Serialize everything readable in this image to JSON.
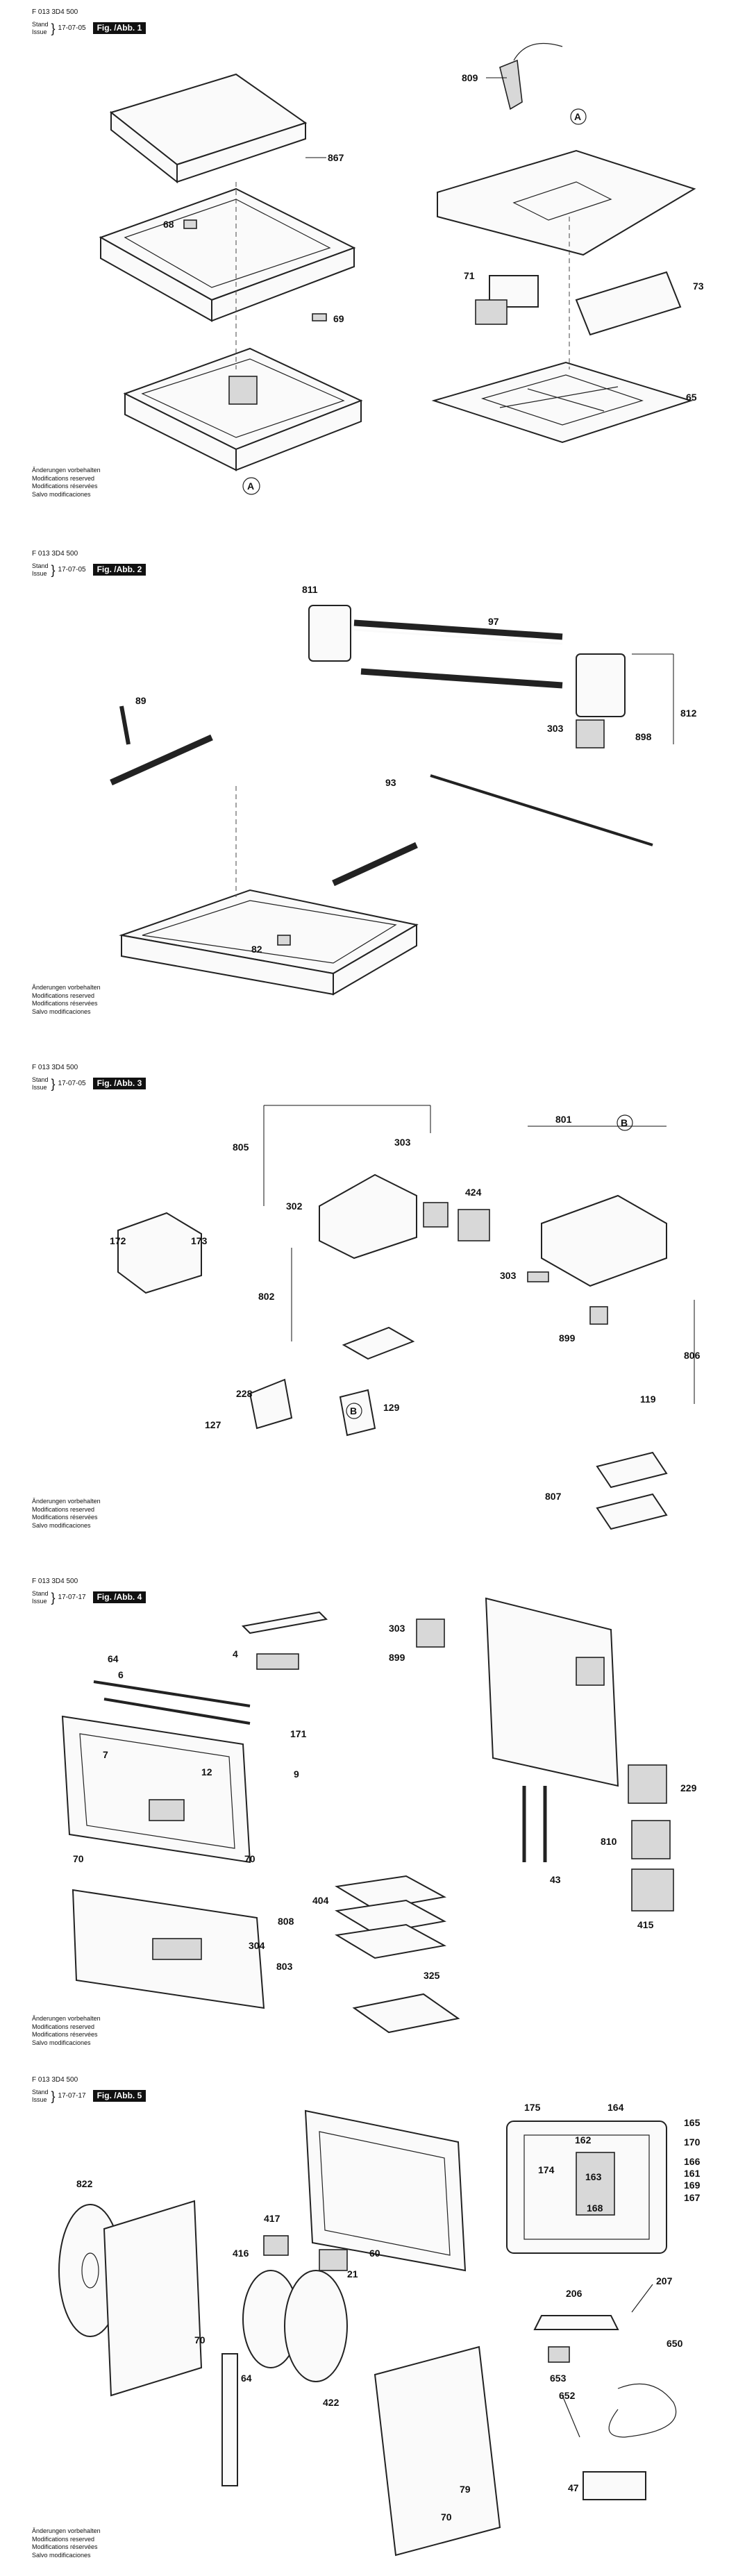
{
  "header": {
    "part_number": "F 013 3D4 500",
    "stand": "Stand",
    "issue": "Issue"
  },
  "notes": [
    "Änderungen vorbehalten",
    "Modifications reserved",
    "Modifications réservées",
    "Salvo modificaciones"
  ],
  "sections": [
    {
      "date": "17-07-05",
      "figure": "Fig. /Abb. 1",
      "labels": [
        "867",
        "68",
        "69",
        "809",
        "A",
        "71",
        "73",
        "65",
        "A"
      ]
    },
    {
      "date": "17-07-05",
      "figure": "Fig. /Abb. 2",
      "labels": [
        "811",
        "97",
        "89",
        "812",
        "303",
        "898",
        "93",
        "82"
      ]
    },
    {
      "date": "17-07-05",
      "figure": "Fig. /Abb. 3",
      "labels": [
        "805",
        "303",
        "302",
        "172",
        "173",
        "802",
        "228",
        "129",
        "127",
        "801",
        "B",
        "424",
        "303",
        "899",
        "806",
        "119",
        "807",
        "B"
      ]
    },
    {
      "date": "17-07-17",
      "figure": "Fig. /Abb. 4",
      "labels": [
        "4",
        "64",
        "6",
        "171",
        "7",
        "12",
        "9",
        "70",
        "70",
        "304",
        "803",
        "303",
        "899",
        "229",
        "404",
        "808",
        "325",
        "810",
        "43",
        "415"
      ]
    },
    {
      "date": "17-07-17",
      "figure": "Fig. /Abb. 5",
      "labels": [
        "822",
        "417",
        "416",
        "60",
        "21",
        "70",
        "64",
        "422",
        "79",
        "70",
        "175",
        "164",
        "162",
        "165",
        "174",
        "170",
        "163",
        "166",
        "161",
        "168",
        "169",
        "167",
        "206",
        "207",
        "653",
        "650",
        "652",
        "47"
      ]
    }
  ]
}
